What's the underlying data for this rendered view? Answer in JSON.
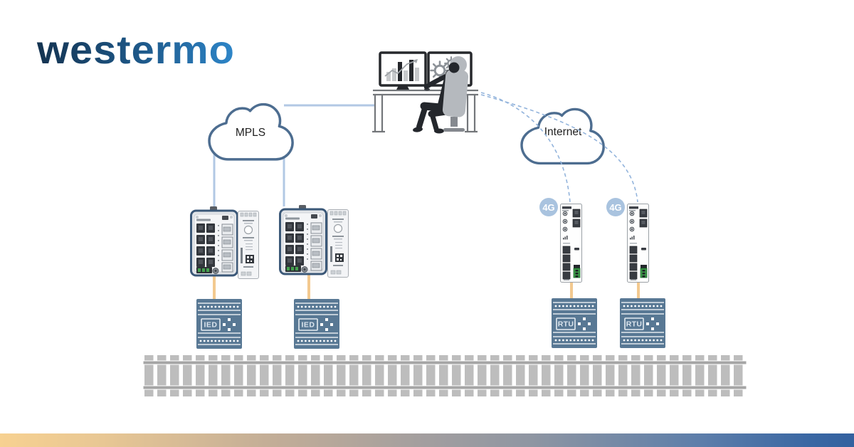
{
  "brand": {
    "logo_text": "westermo"
  },
  "clouds": {
    "mpls_label": "MPLS",
    "internet_label": "Internet"
  },
  "badges": {
    "cellular_4g": "4G"
  },
  "devices": {
    "ied_label": "IED",
    "rtu_label": "RTU"
  },
  "colors": {
    "logo_gradient_start": "#143350",
    "logo_gradient_end": "#2e86c9",
    "cloud_outline": "#4d6d90",
    "solid_link_blue": "#b2c8e4",
    "dashed_link_blue": "#93b4dc",
    "cable_orange": "#f3c98f",
    "device_slate_blue": "#587894",
    "badge_blue": "#a9c3df",
    "switch_frame_blue": "#3b5878",
    "terminal_green": "#3d9a49",
    "rail_gray": "#a5a5a5",
    "sleeper_gray": "#bdbdbd",
    "footer_orange": "#f7d191",
    "footer_gray": "#9b9ca2",
    "footer_blue": "#33619f"
  }
}
